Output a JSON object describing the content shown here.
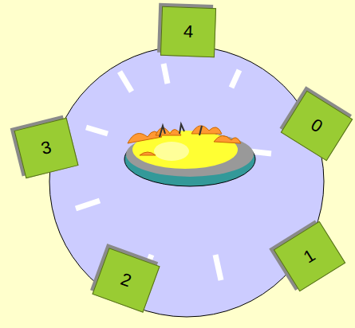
{
  "diagram": {
    "nodes": [
      {
        "text": [
          "4"
        ]
      },
      {
        "text": [
          "0"
        ]
      },
      {
        "text": [
          "3"
        ]
      },
      {
        "text": [
          "1"
        ]
      },
      {
        "text": [
          "2"
        ]
      }
    ]
  }
}
